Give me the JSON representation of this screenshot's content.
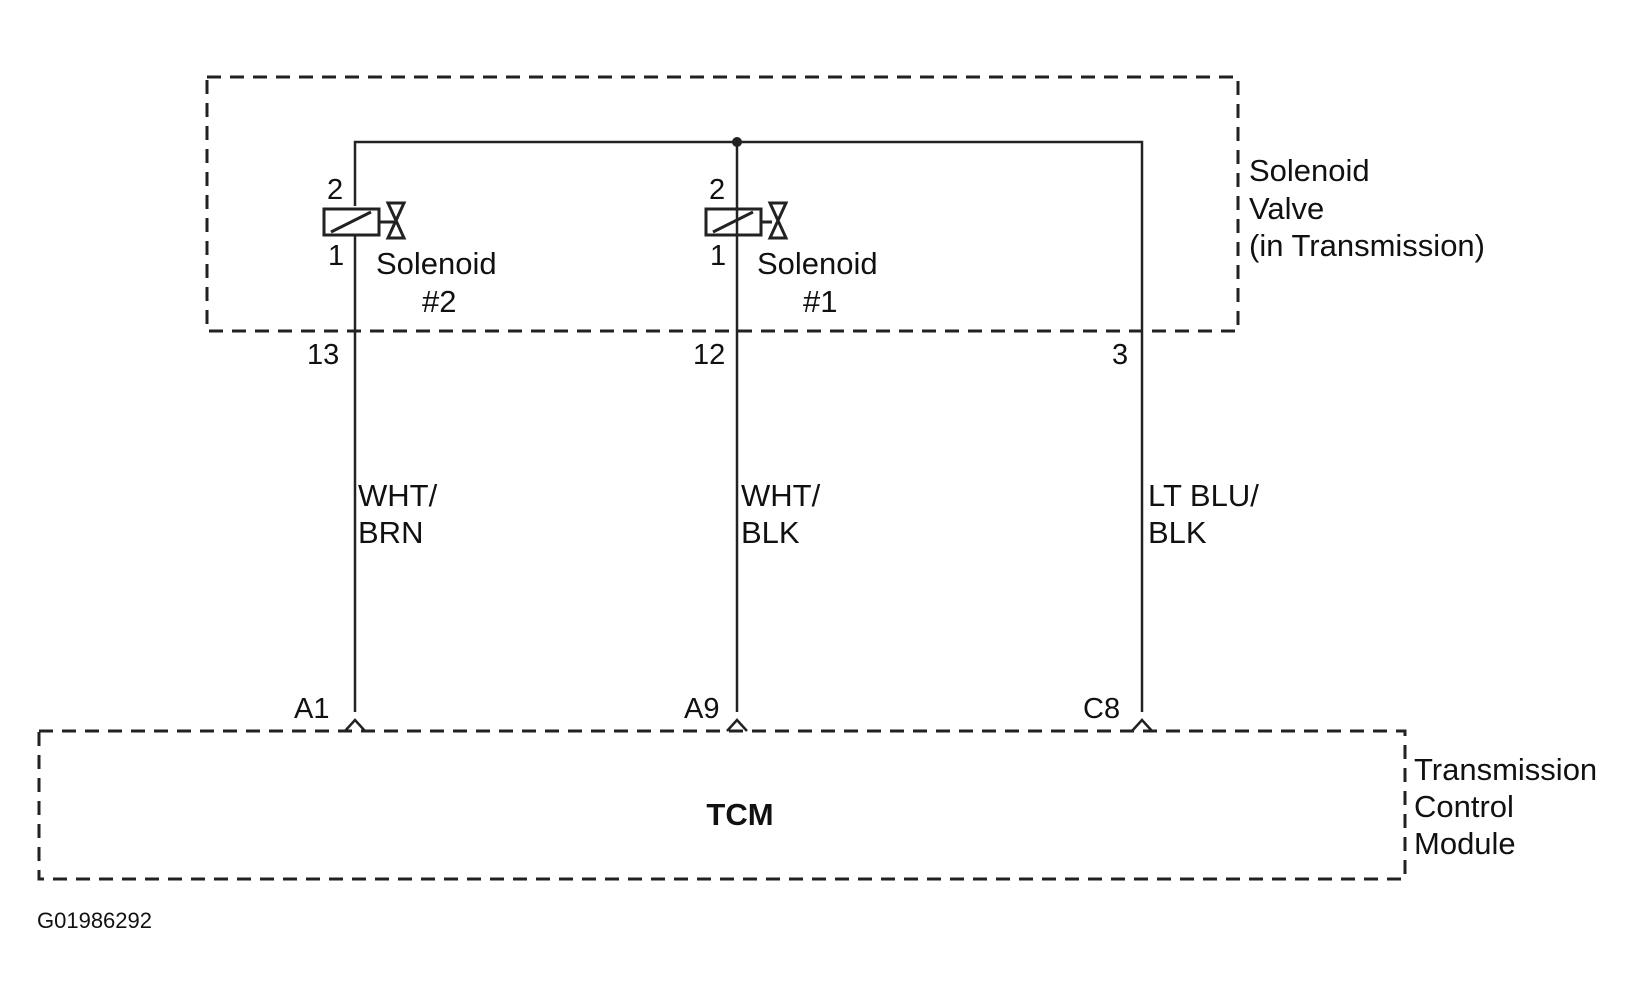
{
  "solenoid_valve": {
    "label_lines": [
      "Solenoid",
      "Valve",
      "(in Transmission)"
    ]
  },
  "solenoids": [
    {
      "name_line1": "Solenoid",
      "name_line2": "#2",
      "pin_top": "2",
      "pin_bottom": "1",
      "connector_pin": "13",
      "wire_line1": "WHT/",
      "wire_line2": "BRN",
      "tcm_pin": "A1"
    },
    {
      "name_line1": "Solenoid",
      "name_line2": "#1",
      "pin_top": "2",
      "pin_bottom": "1",
      "connector_pin": "12",
      "wire_line1": "WHT/",
      "wire_line2": "BLK",
      "tcm_pin": "A9"
    }
  ],
  "common": {
    "connector_pin": "3",
    "wire_line1": "LT BLU/",
    "wire_line2": "BLK",
    "tcm_pin": "C8"
  },
  "tcm": {
    "name": "TCM",
    "label_lines": [
      "Transmission",
      "Control",
      "Module"
    ]
  },
  "figure_code": "G01986292"
}
